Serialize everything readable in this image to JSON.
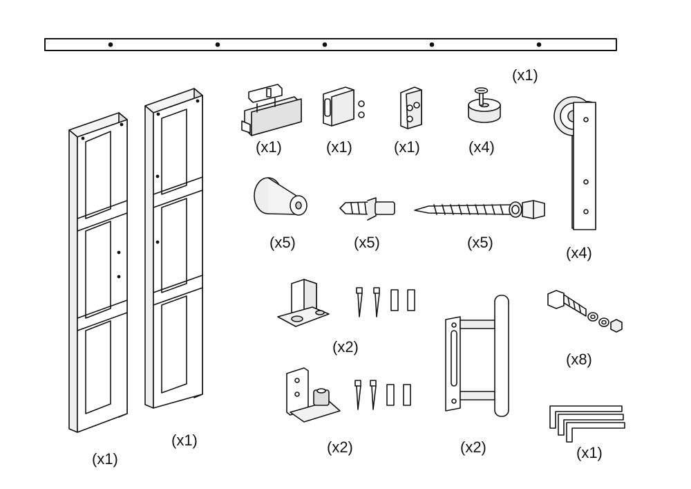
{
  "diagram": {
    "kind": "barn door hardware kit parts list",
    "colors": {
      "line": "#111111",
      "background": "#ffffff",
      "fill_light": "#f2f2f2",
      "fill_mid": "#e4e4e4",
      "fill_dark": "#cfcfcf"
    },
    "parts": [
      {
        "id": "track-rail",
        "qty": "(x1)"
      },
      {
        "id": "door-panel-left",
        "qty": "(x1)"
      },
      {
        "id": "door-panel-right",
        "qty": "(x1)"
      },
      {
        "id": "soft-close-damper",
        "qty": "(x1)"
      },
      {
        "id": "damper-bracket-a",
        "qty": "(x1)"
      },
      {
        "id": "damper-bracket-b",
        "qty": "(x1)"
      },
      {
        "id": "anti-jump-stopper",
        "qty": "(x4)"
      },
      {
        "id": "hanger-roller",
        "qty": "(x4)"
      },
      {
        "id": "spacer",
        "qty": "(x5)"
      },
      {
        "id": "wall-anchor",
        "qty": "(x5)"
      },
      {
        "id": "lag-bolt",
        "qty": "(x5)"
      },
      {
        "id": "floor-guide-t",
        "qty": "(x2)"
      },
      {
        "id": "floor-guide-l",
        "qty": "(x2)"
      },
      {
        "id": "pull-handle",
        "qty": "(x2)"
      },
      {
        "id": "bolt-set",
        "qty": "(x8)"
      },
      {
        "id": "hex-keys",
        "qty": "(x1)"
      }
    ]
  }
}
